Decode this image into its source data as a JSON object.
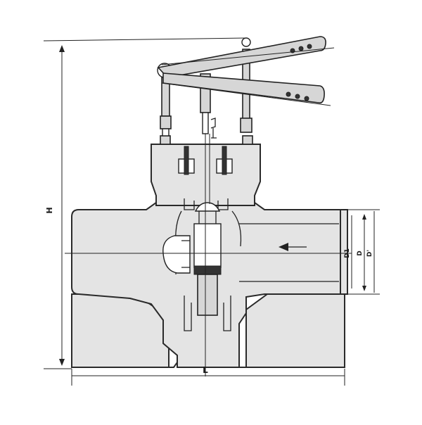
{
  "diagram": {
    "labels": {
      "height": "H",
      "length": "L",
      "port_inner": "D1",
      "port_mid": "D",
      "port_outer": "D'"
    },
    "flow_arrow_icon": "arrow-left-icon"
  }
}
